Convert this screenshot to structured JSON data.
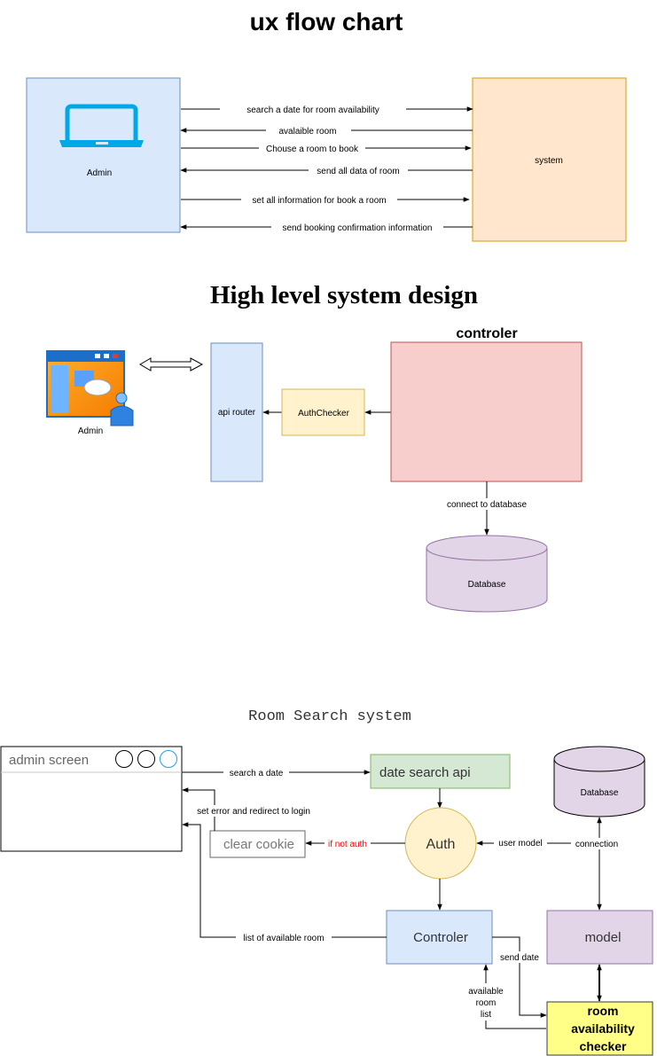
{
  "colors": {
    "blue_fill": "#dae8fc",
    "blue_stroke": "#6c8ebf",
    "orange_fill": "#ffe6cc",
    "orange_stroke": "#d79b00",
    "red_fill": "#f8cecc",
    "red_stroke": "#b85450",
    "yellow_fill": "#fff2cc",
    "yellow_stroke": "#d6b656",
    "purple_fill": "#e1d5e7",
    "purple_stroke": "#9673a6",
    "green_fill": "#d5e8d4",
    "green_stroke": "#82b366",
    "highlight_yellow": "#ffff88",
    "error_red": "#ff0000"
  },
  "ux_flow": {
    "title": "ux flow chart",
    "admin_label": "Admin",
    "admin_icon": "laptop-icon",
    "system_label": "system",
    "messages": [
      "search a date for room availability",
      "avalaible room",
      "Chouse a room to book",
      "send all data of room",
      "set all information for book a room",
      "send booking confirmation information"
    ]
  },
  "high_level": {
    "title": "High level system design",
    "admin_label": "Admin",
    "admin_icon": "admin-user-window-icon",
    "api_router_label": "api router",
    "auth_checker_label": "AuthChecker",
    "controler_title": "controler",
    "database_label": "Database",
    "connect_label": "connect to database"
  },
  "room_search": {
    "title": "Room Search system",
    "admin_screen_label": "admin screen",
    "date_search_api_label": "date search api",
    "auth_label": "Auth",
    "clear_cookie_label": "clear cookie",
    "controler_label": "Controler",
    "database_label": "Database",
    "model_label": "model",
    "room_checker_lines": [
      "room",
      "availability",
      "checker"
    ],
    "edge_labels": {
      "search_date": "search a date",
      "set_error": "set error and redirect to login",
      "if_not_auth": "if not auth",
      "user_model": "user model",
      "connection": "connection",
      "list_available": "list of available room",
      "send_date": "send date",
      "available_room_list": [
        "available",
        "room",
        "list"
      ]
    }
  }
}
